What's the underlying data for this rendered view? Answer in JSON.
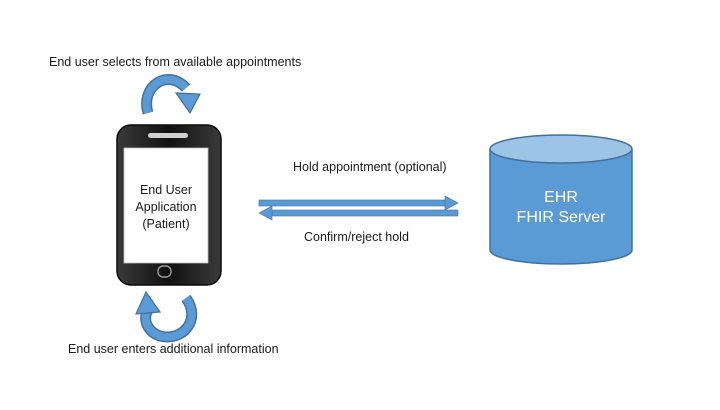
{
  "captions": {
    "top": "End user selects from available appointments",
    "bottom": "End user enters additional information"
  },
  "phone": {
    "line1": "End User",
    "line2": "Application",
    "line3": "(Patient)"
  },
  "server": {
    "line1": "EHR",
    "line2": "FHIR Server"
  },
  "arrows": {
    "request_label": "Hold appointment (optional)",
    "response_label": "Confirm/reject hold"
  },
  "colors": {
    "accent_blue": "#5b9bd5",
    "accent_blue_dark": "#41719c",
    "server_top": "#9dc3e6",
    "phone_body": "#1c1c1c"
  }
}
